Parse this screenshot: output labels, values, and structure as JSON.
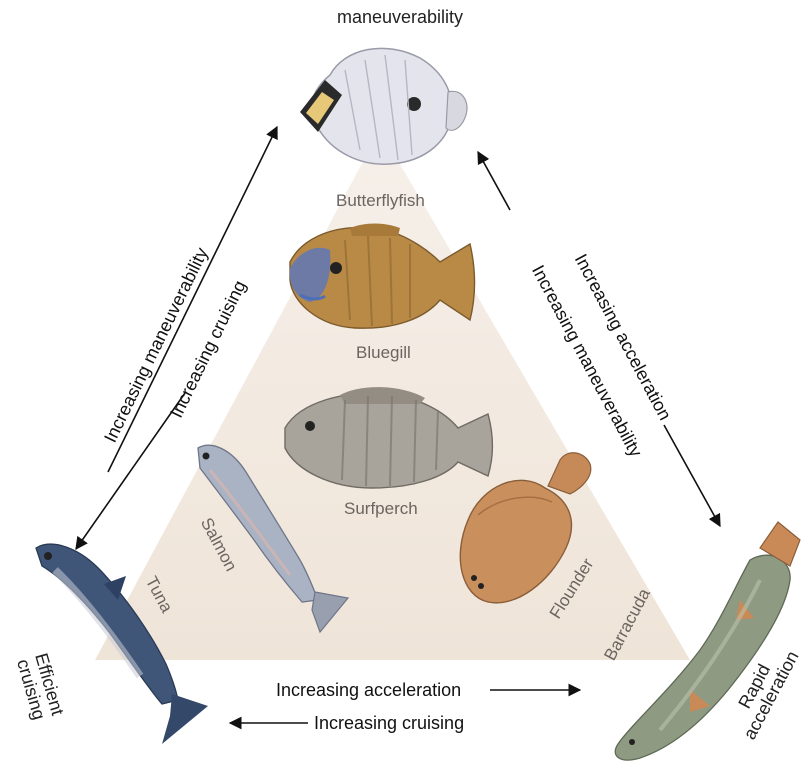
{
  "corners": {
    "top": "maneuverability",
    "left": [
      "Efficient",
      "cruising"
    ],
    "right": [
      "Rapid",
      "acceleration"
    ]
  },
  "axes": {
    "left_outer": "Increasing maneuverability",
    "left_inner": "Increasing cruising",
    "right_outer": "Increasing acceleration",
    "right_inner": "Increasing maneuverability",
    "bottom_top": "Increasing acceleration",
    "bottom_bottom": "Increasing cruising"
  },
  "fish": {
    "butterflyfish": "Butterflyfish",
    "bluegill": "Bluegill",
    "surfperch": "Surfperch",
    "salmon": "Salmon",
    "tuna": "Tuna",
    "flounder": "Flounder",
    "barracuda": "Barracuda"
  },
  "colors": {
    "triangle_fill": "#f1e7dd",
    "butterflyfish": "#e3e3ea",
    "bluegill": "#b98a46",
    "surfperch": "#a7a29a",
    "salmon": "#aab3c4",
    "tuna": "#3f5678",
    "flounder": "#c98f5d",
    "barracuda": "#8e9a82"
  }
}
